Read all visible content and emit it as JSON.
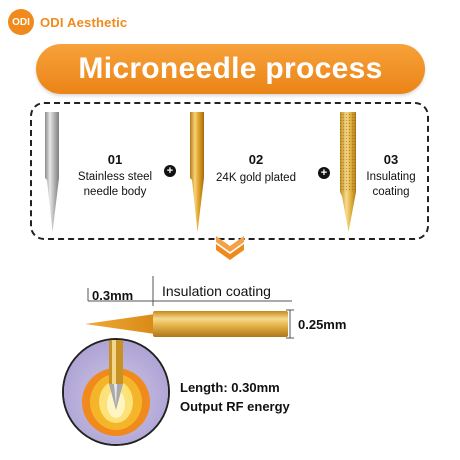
{
  "brand": {
    "logo_text": "ODI",
    "name": "ODI Aesthetic"
  },
  "title": "Microneedle process",
  "steps": [
    {
      "num": "01",
      "line1": "Stainless steel",
      "line2": "needle body"
    },
    {
      "num": "02",
      "line1": "24K gold plated",
      "line2": ""
    },
    {
      "num": "03",
      "line1": "Insulating",
      "line2": "coating"
    }
  ],
  "plus_symbol": "+",
  "detail": {
    "tip_length": "0.3mm",
    "coating_label": "Insulation coating",
    "diameter": "0.25mm"
  },
  "info": {
    "length": "Length: 0.30mm",
    "energy": "Output RF energy"
  },
  "colors": {
    "accent": "#ef8a1d",
    "gold": "#e7b23b",
    "steel": "#b9b9b9"
  }
}
